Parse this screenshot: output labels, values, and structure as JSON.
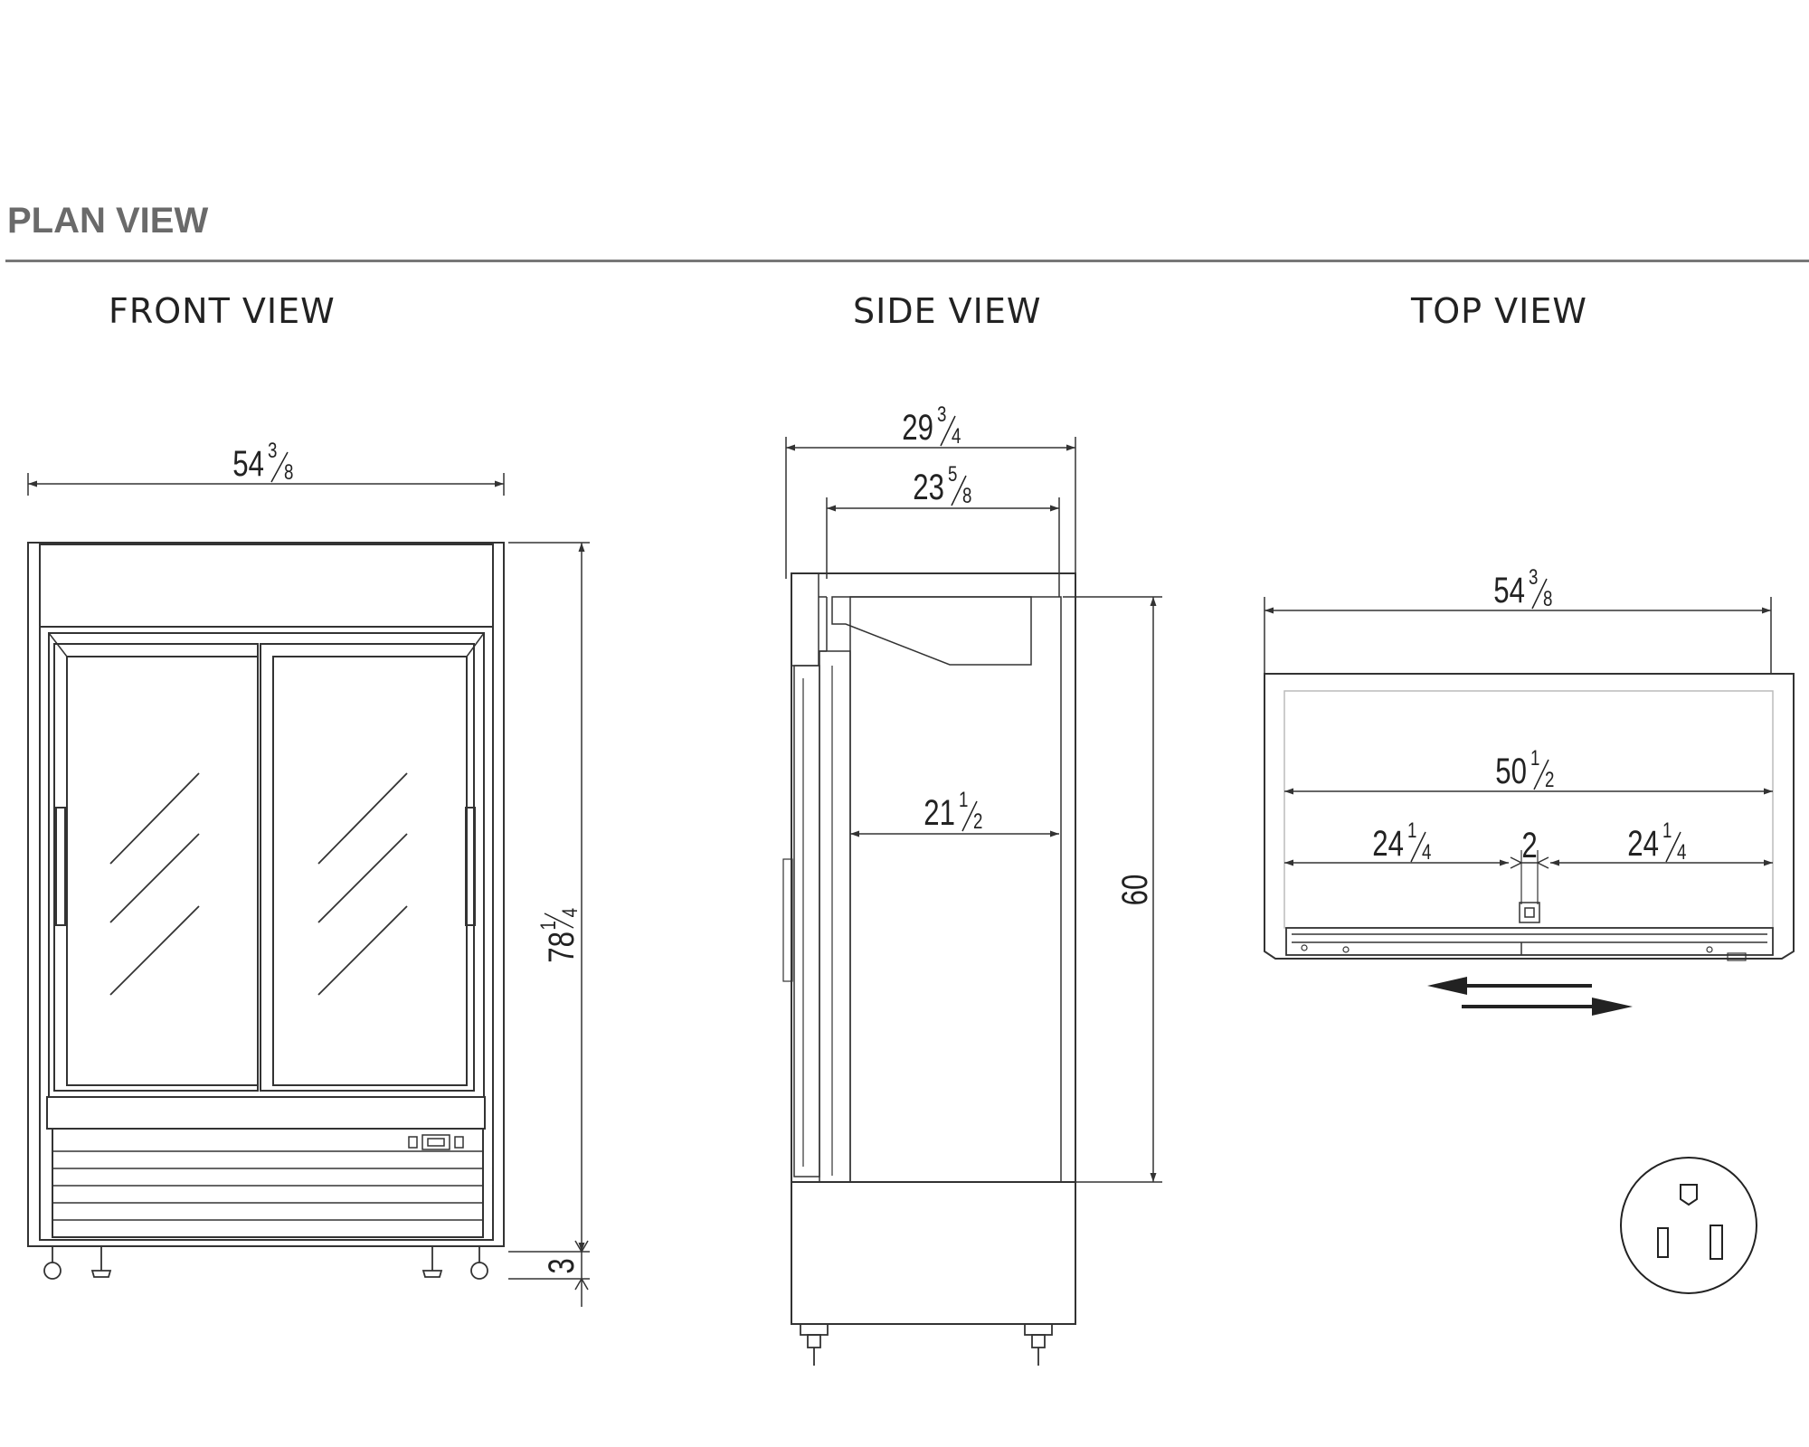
{
  "section_title": "PLAN VIEW",
  "views": {
    "front": {
      "title": "FRONT VIEW",
      "overall_width": {
        "whole": "54",
        "num": "3",
        "den": "8"
      },
      "overall_height": {
        "whole": "78",
        "num": "1",
        "den": "4"
      },
      "leg_height": "3"
    },
    "side": {
      "title": "SIDE VIEW",
      "overall_depth": {
        "whole": "29",
        "num": "3",
        "den": "4"
      },
      "cabinet_depth": {
        "whole": "23",
        "num": "5",
        "den": "8"
      },
      "interior_depth": {
        "whole": "21",
        "num": "1",
        "den": "2"
      },
      "interior_height": "60"
    },
    "top": {
      "title": "TOP VIEW",
      "overall_width": {
        "whole": "54",
        "num": "3",
        "den": "8"
      },
      "interior_width": {
        "whole": "50",
        "num": "1",
        "den": "2"
      },
      "left_door": {
        "whole": "24",
        "num": "1",
        "den": "4"
      },
      "center_gap": "2",
      "right_door": {
        "whole": "24",
        "num": "1",
        "den": "4"
      }
    }
  },
  "icons": [
    "sliding-door-arrows-icon",
    "nema-5-15-outlet-icon"
  ]
}
